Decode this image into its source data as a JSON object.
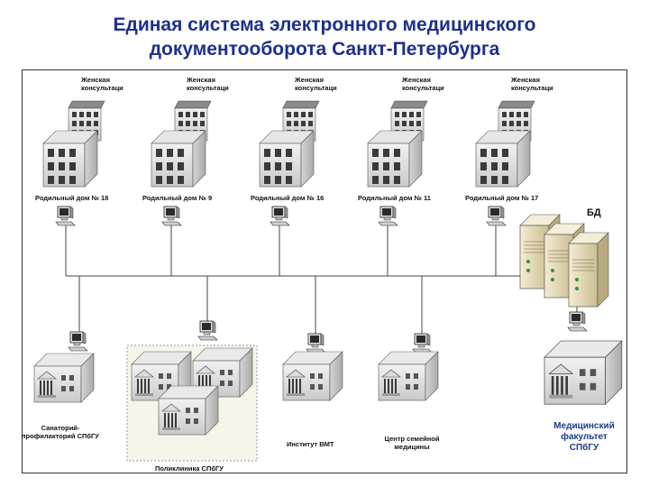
{
  "title_line1": "Единая система электронного медицинского",
  "title_line2": "документооборота Санкт-Петербурга",
  "clinics": [
    {
      "label_line1": "Женская",
      "label_line2": "консультаци"
    },
    {
      "label_line1": "Женская",
      "label_line2": "консультаци"
    },
    {
      "label_line1": "Женская",
      "label_line2": "консультаци"
    },
    {
      "label_line1": "Женская",
      "label_line2": "консультаци"
    },
    {
      "label_line1": "Женская",
      "label_line2": "консультаци"
    }
  ],
  "maternity_homes": [
    "Родильный дом № 18",
    "Родильный дом № 9",
    "Родильный дом № 16",
    "Родильный дом № 11",
    "Родильный дом № 17"
  ],
  "database_label": "БД",
  "sanatorium": {
    "line1": "Санаторий-",
    "line2": "профилакторий СПбГУ"
  },
  "polyclinic": "Поликлиника СПбГУ",
  "institute": "Институт ВМТ",
  "family_center": {
    "line1": "Центр семейной",
    "line2": "медицины"
  },
  "medical_faculty": {
    "line1": "Медицинский",
    "line2": "факультет",
    "line3": "СПбГУ"
  },
  "colors": {
    "title": "#1f2f8c",
    "faculty_label": "#1f3a8f",
    "server": "#e9dfc0"
  }
}
